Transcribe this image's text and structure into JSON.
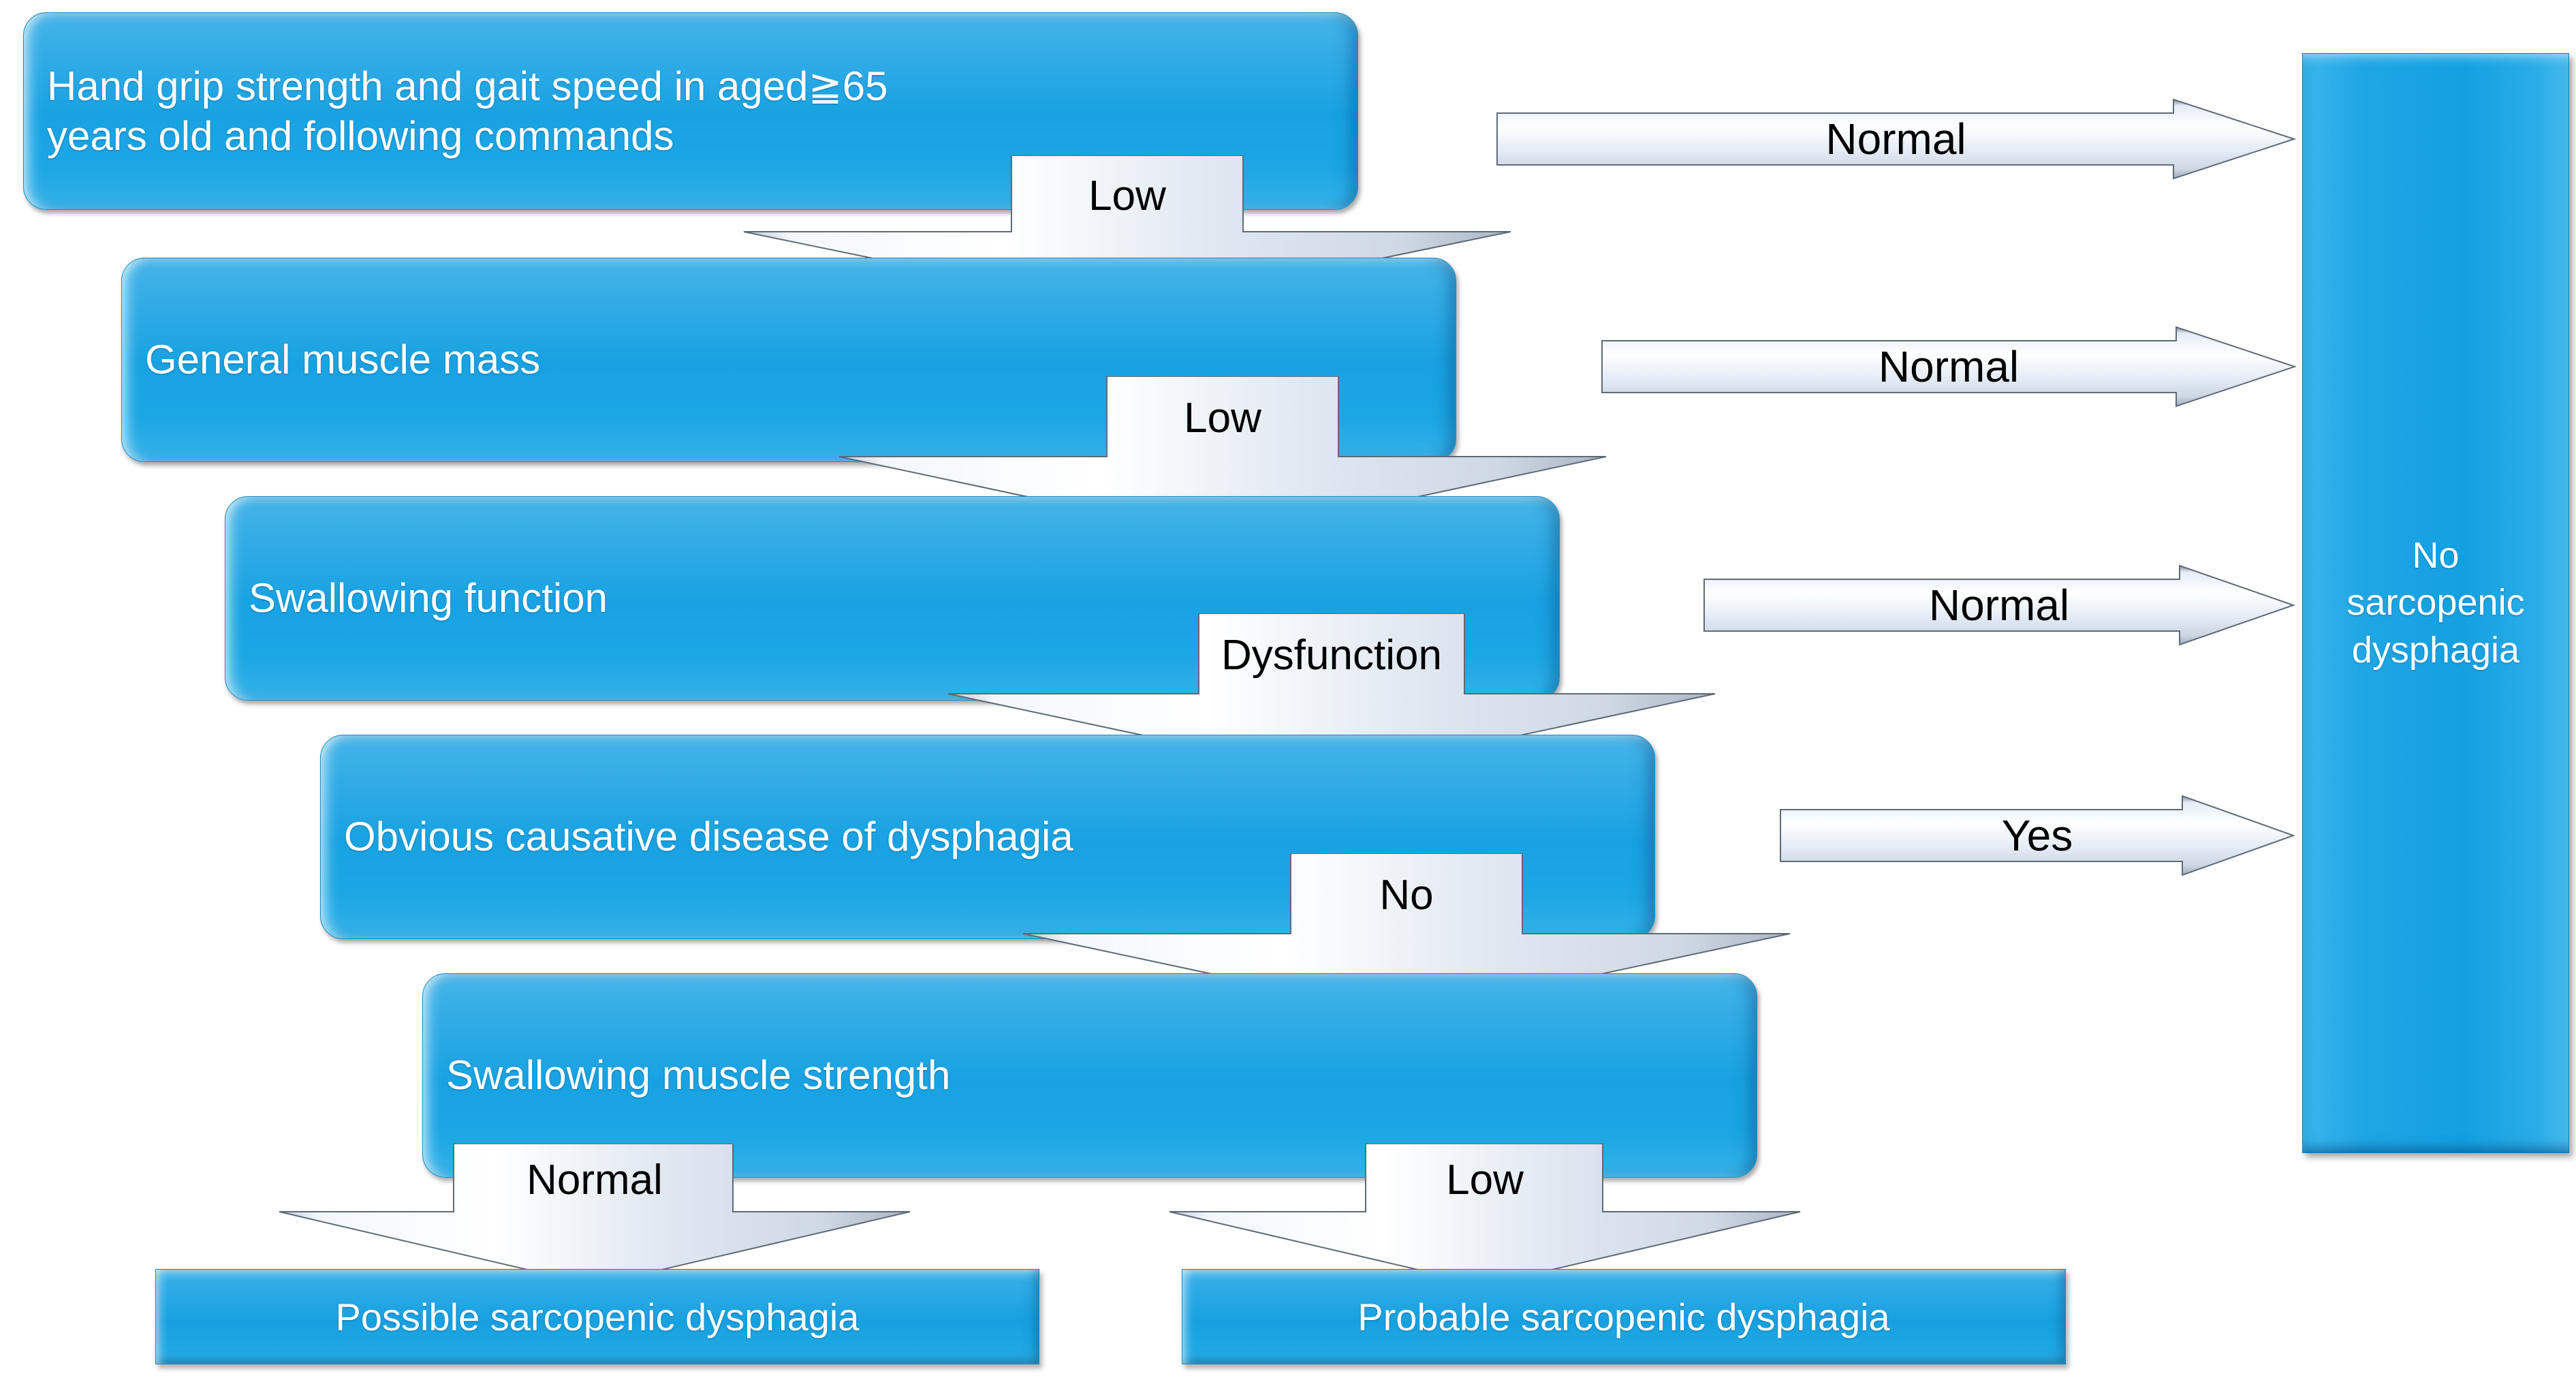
{
  "diagram": {
    "title": "Sarcopenic dysphagia diagnostic flowchart",
    "colors": {
      "box_blue": "#1ba6e4",
      "box_blue_light": "#46b6ea",
      "arrow_silver": "#e9eef5",
      "text_on_blue": "#ffffff",
      "arrow_label_text": "#000000"
    }
  },
  "steps": [
    {
      "id": "step-1",
      "label": "Hand grip strength and gait speed in aged≧65\nyears old and following commands",
      "down_branch": "Low",
      "right_branch": "Normal"
    },
    {
      "id": "step-2",
      "label": "General muscle mass",
      "down_branch": "Low",
      "right_branch": "Normal"
    },
    {
      "id": "step-3",
      "label": "Swallowing function",
      "down_branch": "Dysfunction",
      "right_branch": "Normal"
    },
    {
      "id": "step-4",
      "label": "Obvious causative disease of dysphagia",
      "down_branch": "No",
      "right_branch": "Yes"
    },
    {
      "id": "step-5",
      "label": "Swallowing muscle strength",
      "down_branch_left": "Normal",
      "down_branch_right": "Low"
    }
  ],
  "outcomes": {
    "no_sarcopenic": "No\nsarcopenic\ndysphagia",
    "possible": "Possible sarcopenic dysphagia",
    "probable": "Probable sarcopenic dysphagia"
  }
}
